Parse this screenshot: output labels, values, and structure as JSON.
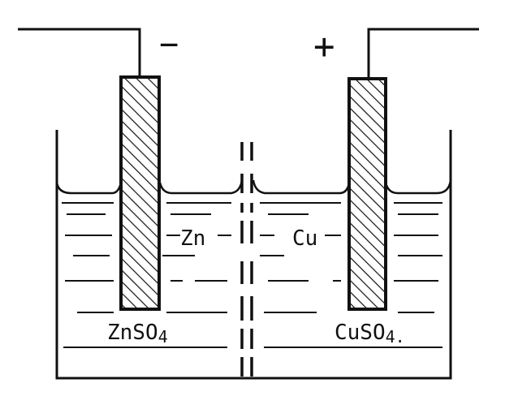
{
  "labels": {
    "negative_terminal": "−",
    "positive_terminal": "+",
    "anode_metal": "Zn",
    "cathode_metal": "Cu",
    "anode_solution": "ZnSO",
    "anode_solution_sub": "4",
    "cathode_solution": "CuSO",
    "cathode_solution_sub": "4."
  },
  "colors": {
    "ink": "#111111",
    "background": "#ffffff"
  }
}
